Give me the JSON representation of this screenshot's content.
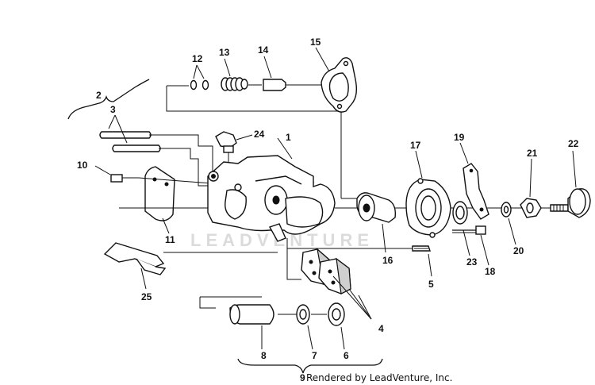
{
  "diagram": {
    "credit": "Rendered by LeadVenture, Inc.",
    "watermark": "LEADVENTURE",
    "callouts": {
      "c1": "1",
      "c2": "2",
      "c3": "3",
      "c4": "4",
      "c5": "5",
      "c6": "6",
      "c7": "7",
      "c8": "8",
      "c9": "9",
      "c10": "10",
      "c11": "11",
      "c12": "12",
      "c13": "13",
      "c14": "14",
      "c15": "15",
      "c16": "16",
      "c17": "17",
      "c18": "18",
      "c19": "19",
      "c20": "20",
      "c21": "21",
      "c22": "22",
      "c23": "23",
      "c24": "24",
      "c25": "25"
    }
  }
}
